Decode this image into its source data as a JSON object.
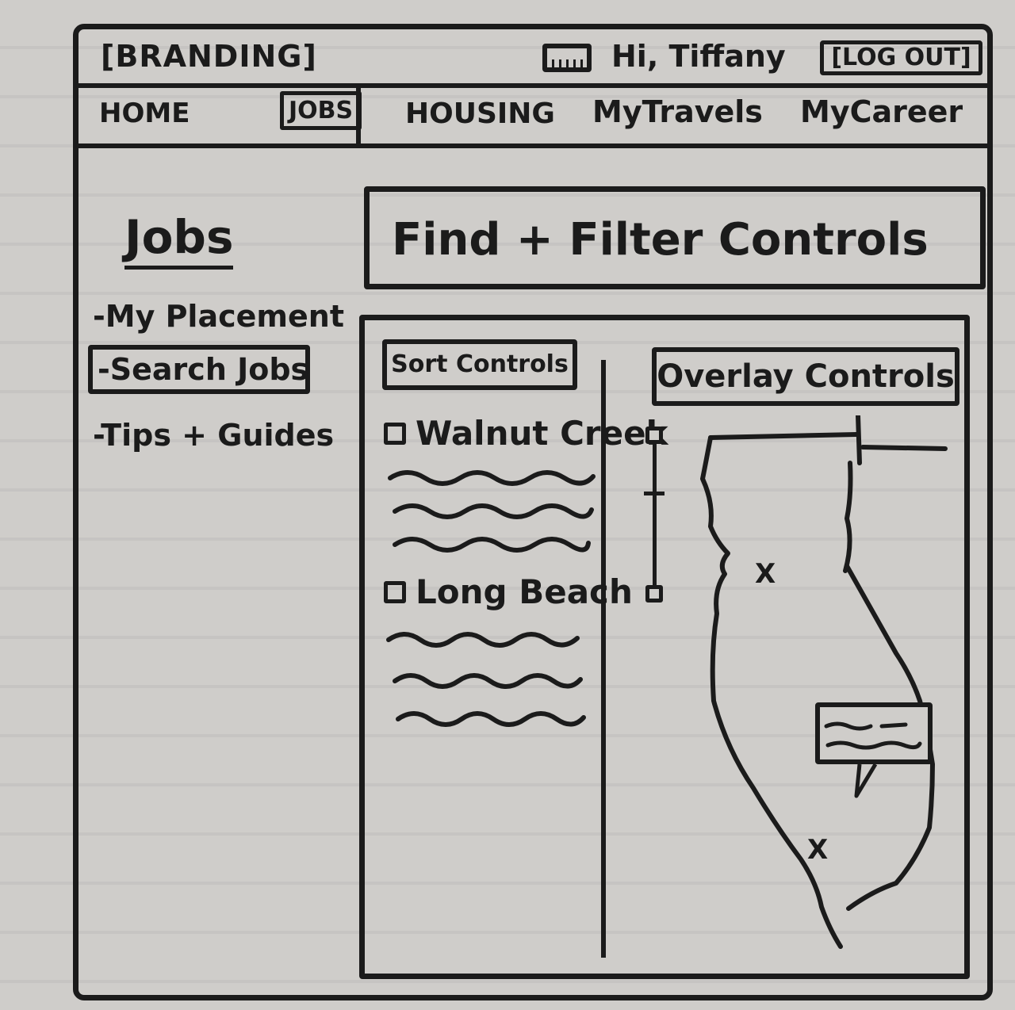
{
  "header": {
    "brand": "[BRANDING]",
    "greeting": "Hi, Tiffany",
    "logout_label": "[LOG OUT]",
    "calendar_icon": "calendar-icon"
  },
  "nav": {
    "home": "HOME",
    "jobs": "JOBS",
    "housing": "HOUSING",
    "mytravels": "MyTravels",
    "mycareer": "MyCareer",
    "active": "jobs"
  },
  "sidebar": {
    "title": "Jobs",
    "items": [
      {
        "label": "-My Placement"
      },
      {
        "label": "-Search Jobs",
        "selected": true
      },
      {
        "label": "-Tips + Guides"
      }
    ]
  },
  "main": {
    "filter_label": "Find + Filter Controls",
    "sort_label": "Sort Controls",
    "overlay_label": "Overlay Controls",
    "listings": [
      {
        "title": "Walnut Creek"
      },
      {
        "title": "Long Beach"
      }
    ]
  },
  "map": {
    "zoom_in_icon": "plus-icon",
    "zoom_out_icon": "minus-icon",
    "pin_marker": "X",
    "pin_icon": "x-marker-icon"
  }
}
